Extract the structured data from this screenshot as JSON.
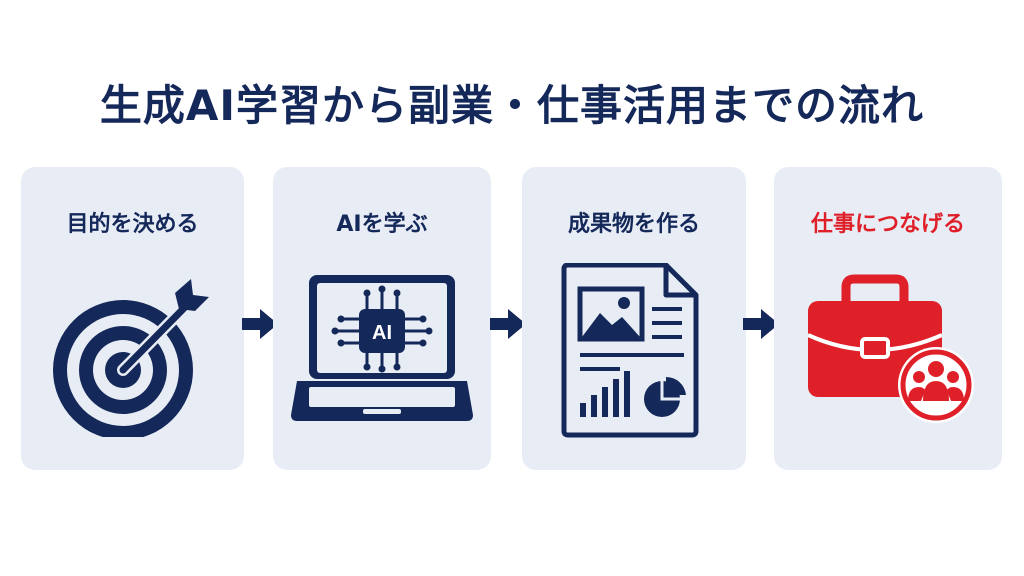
{
  "title": "生成AI学習から副業・仕事活用までの流れ",
  "steps": [
    {
      "label": "目的を決める",
      "icon": "target-icon",
      "color": "#14285a"
    },
    {
      "label": "AIを学ぶ",
      "icon": "laptop-ai-chip-icon",
      "color": "#14285a"
    },
    {
      "label": "成果物を作る",
      "icon": "document-report-icon",
      "color": "#14285a"
    },
    {
      "label": "仕事につなげる",
      "icon": "briefcase-people-icon",
      "color": "#df2029"
    }
  ],
  "laptop_chip_text": "AI",
  "colors": {
    "navy": "#14285a",
    "red": "#df2029",
    "card": "#e8edf5",
    "background": "#ffffff"
  }
}
